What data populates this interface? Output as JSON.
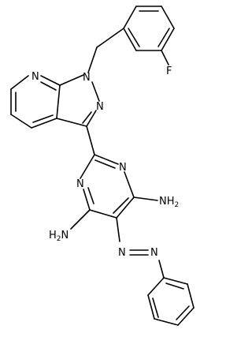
{
  "molecule": {
    "labels": {
      "n_pyridine": "N",
      "n1_pyrazole": "N",
      "n2_pyrazole": "N",
      "fluorine": "F",
      "n1_pyrimidine": "N",
      "n3_pyrimidine": "N",
      "nh2_right": "NH",
      "nh2_right_sub": "2",
      "h2n_left": "H",
      "h2n_left_sub": "2",
      "h2n_left_n": "N",
      "n_azo_1": "N",
      "n_azo_2": "N"
    }
  }
}
